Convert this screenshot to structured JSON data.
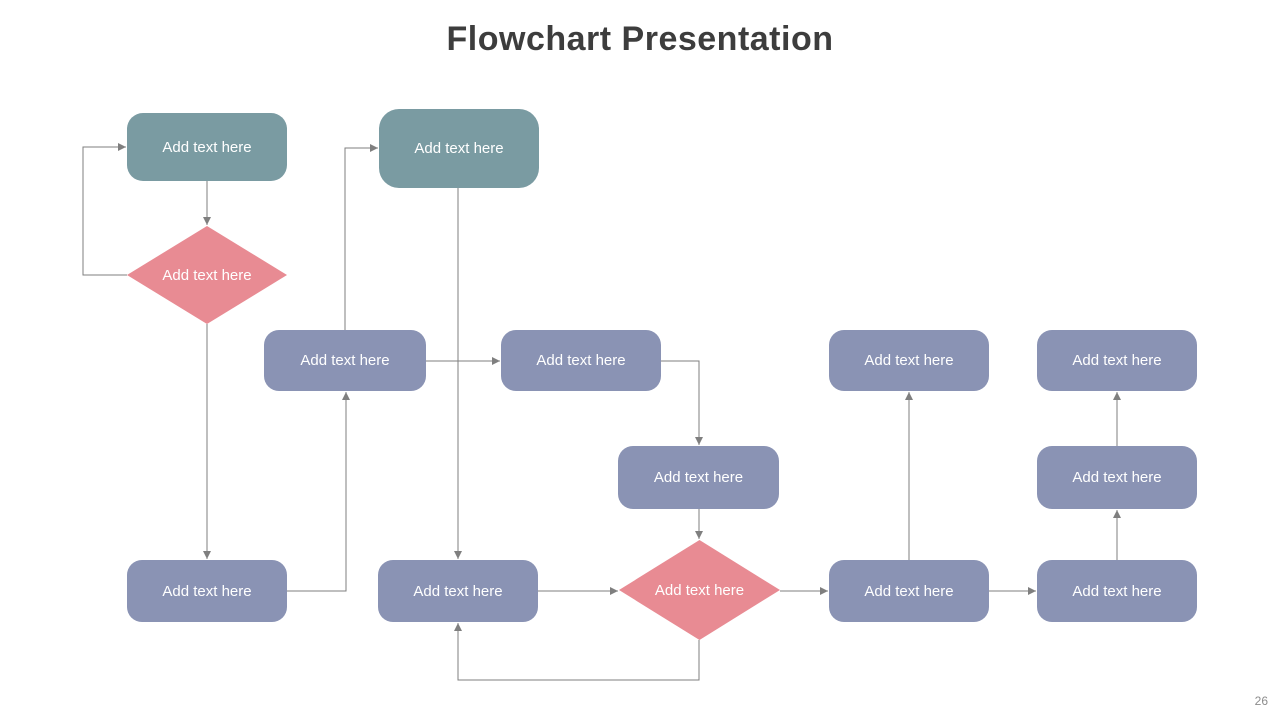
{
  "slide": {
    "title": "Flowchart Presentation",
    "page_number": "26"
  },
  "colors": {
    "background": "#FFFFFF",
    "title_text": "#3D3D3D",
    "teal_shape": "#7A9BA2",
    "purple_shape": "#8A93B4",
    "pink_shape": "#E88B93",
    "shape_text": "#FFFFFF",
    "connector": "#7F7F7F",
    "page_number_text": "#8C8C8C"
  },
  "nodes": [
    {
      "id": "teal-1",
      "shape": "process",
      "fill": "teal",
      "label": "Add text here"
    },
    {
      "id": "teal-2",
      "shape": "process",
      "fill": "teal",
      "label": "Add text here"
    },
    {
      "id": "dec-1",
      "shape": "decision",
      "fill": "pink",
      "label": "Add text here"
    },
    {
      "id": "p-1",
      "shape": "process",
      "fill": "purple",
      "label": "Add text here"
    },
    {
      "id": "p-2",
      "shape": "process",
      "fill": "purple",
      "label": "Add text here"
    },
    {
      "id": "p-3",
      "shape": "process",
      "fill": "purple",
      "label": "Add text here"
    },
    {
      "id": "p-4",
      "shape": "process",
      "fill": "purple",
      "label": "Add text here"
    },
    {
      "id": "p-5",
      "shape": "process",
      "fill": "purple",
      "label": "Add text here"
    },
    {
      "id": "p-6",
      "shape": "process",
      "fill": "purple",
      "label": "Add text here"
    },
    {
      "id": "dec-2",
      "shape": "decision",
      "fill": "pink",
      "label": "Add text here"
    },
    {
      "id": "p-7",
      "shape": "process",
      "fill": "purple",
      "label": "Add text here"
    },
    {
      "id": "p-8",
      "shape": "process",
      "fill": "purple",
      "label": "Add text here"
    },
    {
      "id": "p-9",
      "shape": "process",
      "fill": "purple",
      "label": "Add text here"
    },
    {
      "id": "p-10",
      "shape": "process",
      "fill": "purple",
      "label": "Add text here"
    }
  ]
}
